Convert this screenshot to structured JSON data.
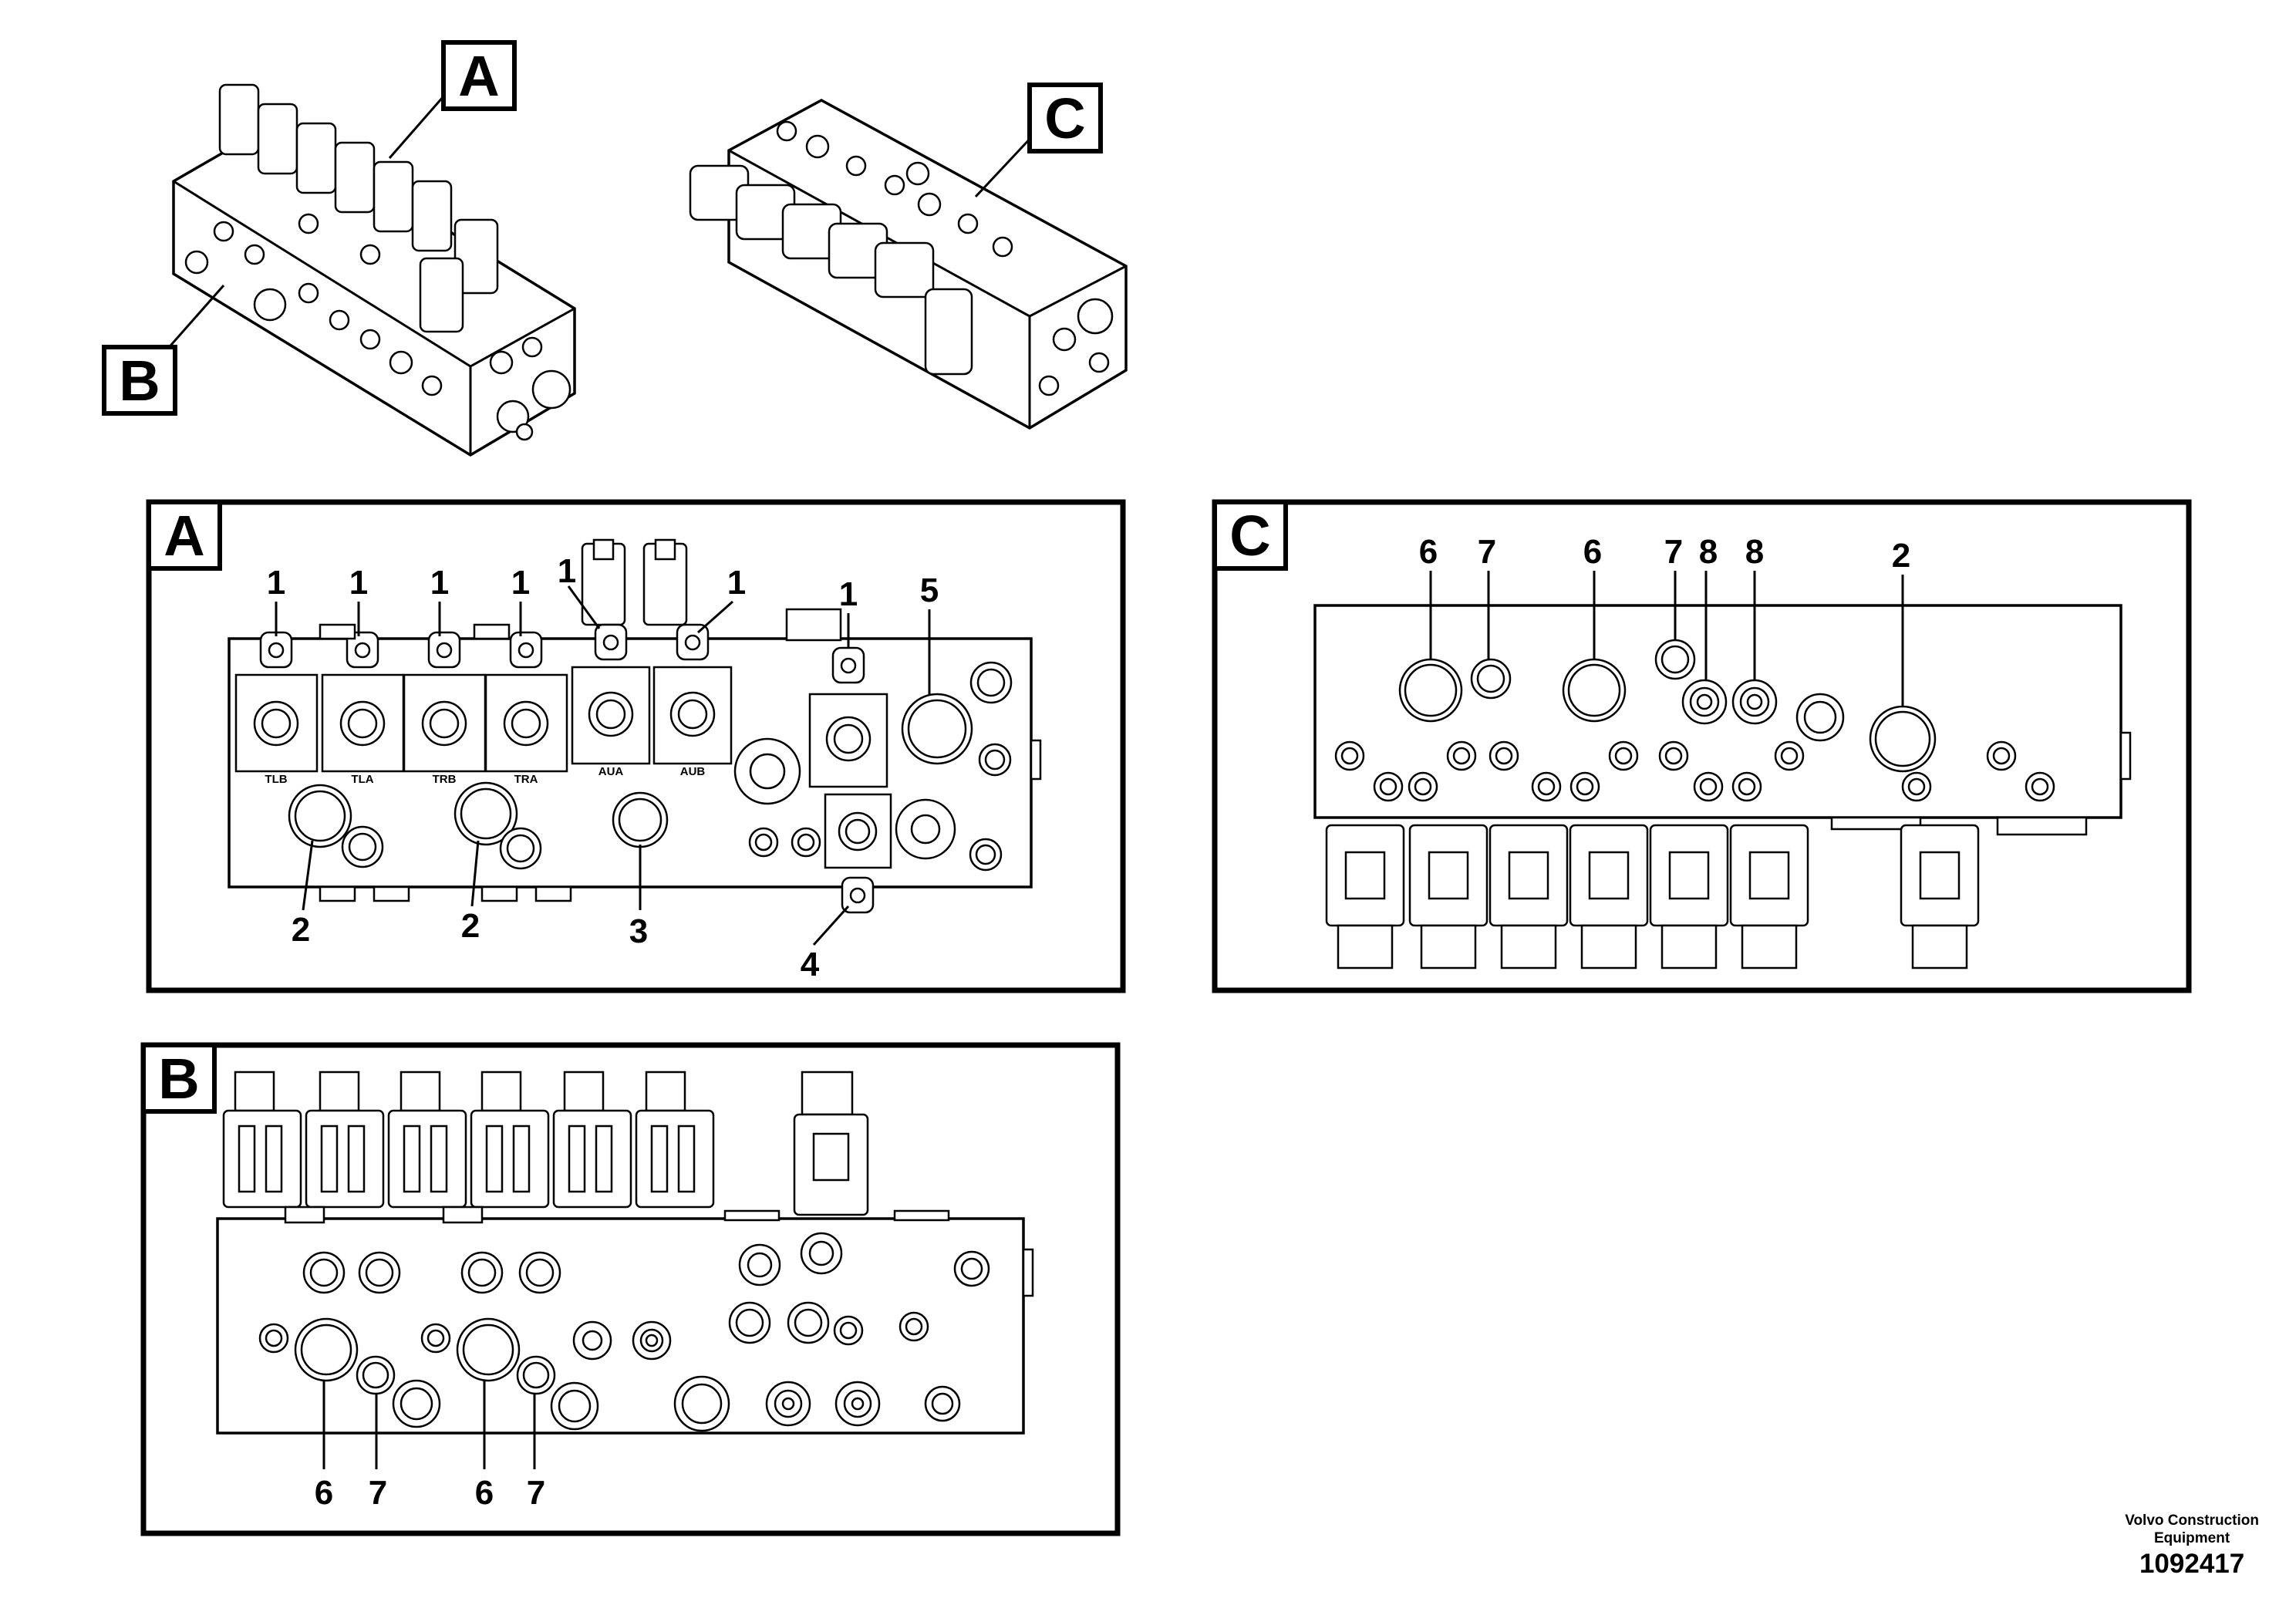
{
  "overview": {
    "views": [
      "A",
      "B",
      "C"
    ]
  },
  "panel_a": {
    "letter": "A",
    "solenoid_tags": [
      "TLB",
      "TLA",
      "TRB",
      "TRA",
      "AUA",
      "AUB"
    ],
    "callouts_top": [
      "1",
      "1",
      "1",
      "1",
      "1",
      "1",
      "1",
      "5"
    ],
    "callouts_bottom": [
      "2",
      "2",
      "3",
      "4"
    ]
  },
  "panel_b": {
    "letter": "B",
    "callouts_bottom": [
      "6",
      "7",
      "6",
      "7"
    ]
  },
  "panel_c": {
    "letter": "C",
    "callouts_top": [
      "6",
      "7",
      "6",
      "7",
      "8",
      "8",
      "2"
    ]
  },
  "footer": {
    "brand_line1": "Volvo Construction",
    "brand_line2": "Equipment",
    "drawing_number": "1092417"
  }
}
